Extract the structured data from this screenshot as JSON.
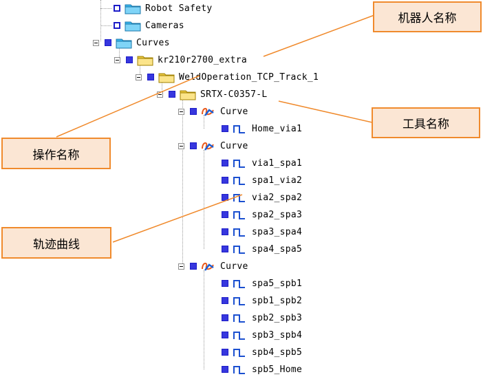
{
  "tree": {
    "nodes": [
      {
        "label": "Robot Safety",
        "checked": false,
        "icon": "folder-blue-icon"
      },
      {
        "label": "Cameras",
        "checked": false,
        "icon": "folder-blue-icon"
      },
      {
        "label": "Curves",
        "checked": true,
        "icon": "folder-blue-icon"
      },
      {
        "label": "kr210r2700_extra",
        "checked": true,
        "icon": "folder-yellow-icon"
      },
      {
        "label": "WeldOperation_TCP_Track_1",
        "checked": true,
        "icon": "folder-yellow-icon"
      },
      {
        "label": "SRTX-C0357-L",
        "checked": true,
        "icon": "folder-yellow-icon"
      },
      {
        "label": "Curve",
        "checked": true,
        "icon": "curve-group-icon"
      },
      {
        "label": "Home_via1",
        "checked": true,
        "icon": "curve-segment-icon"
      },
      {
        "label": "Curve",
        "checked": true,
        "icon": "curve-group-icon"
      },
      {
        "label": "via1_spa1",
        "checked": true,
        "icon": "curve-segment-icon"
      },
      {
        "label": "spa1_via2",
        "checked": true,
        "icon": "curve-segment-icon"
      },
      {
        "label": "via2_spa2",
        "checked": true,
        "icon": "curve-segment-icon"
      },
      {
        "label": "spa2_spa3",
        "checked": true,
        "icon": "curve-segment-icon"
      },
      {
        "label": "spa3_spa4",
        "checked": true,
        "icon": "curve-segment-icon"
      },
      {
        "label": "spa4_spa5",
        "checked": true,
        "icon": "curve-segment-icon"
      },
      {
        "label": "Curve",
        "checked": true,
        "icon": "curve-group-icon"
      },
      {
        "label": "spa5_spb1",
        "checked": true,
        "icon": "curve-segment-icon"
      },
      {
        "label": "spb1_spb2",
        "checked": true,
        "icon": "curve-segment-icon"
      },
      {
        "label": "spb2_spb3",
        "checked": true,
        "icon": "curve-segment-icon"
      },
      {
        "label": "spb3_spb4",
        "checked": true,
        "icon": "curve-segment-icon"
      },
      {
        "label": "spb4_spb5",
        "checked": true,
        "icon": "curve-segment-icon"
      },
      {
        "label": "spb5_Home",
        "checked": true,
        "icon": "curve-segment-icon"
      }
    ]
  },
  "annotations": {
    "robot_name": "机器人名称",
    "tool_name": "工具名称",
    "operation_name": "操作名称",
    "trajectory_curve": "轨迹曲线"
  },
  "colors": {
    "callout_fill": "#fbe6d4",
    "callout_border": "#f08a2c",
    "checkbox_blue": "#1c1cc8"
  }
}
